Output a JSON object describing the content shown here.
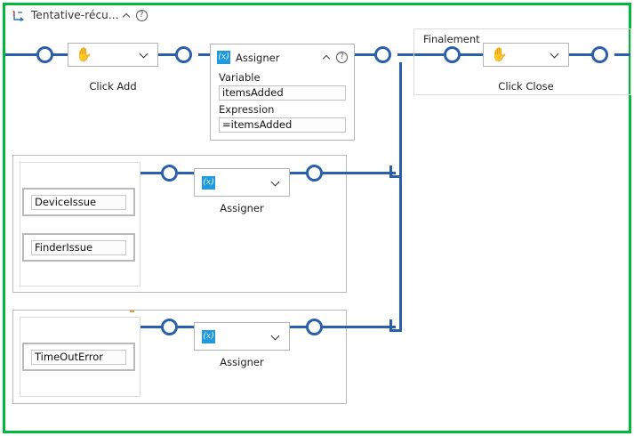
{
  "window": {
    "title": "Tentative-récu...",
    "title_icon": "try-catch-icon",
    "collapse_icon": "chevron-up-icon",
    "help_icon": "help-circle-icon",
    "selection_color": "#00b93c"
  },
  "palette": {
    "wire": "#2a5faa",
    "accent_blue": "#1e9bdf",
    "hand_blue": "#2196f3",
    "border_gray": "#b4b4b4"
  },
  "try_branch": {
    "click_add": {
      "caption": "Click Add",
      "icon": "hand-icon",
      "dropdown_icon": "chevron-down-icon"
    },
    "assigner_panel": {
      "title": "Assigner",
      "icon": "variable-vx-icon",
      "collapse_icon": "chevron-up-icon",
      "help_icon": "help-circle-icon",
      "fields": [
        {
          "label": "Variable",
          "value": "itemsAdded"
        },
        {
          "label": "Expression",
          "value": "=itemsAdded"
        }
      ]
    }
  },
  "finally_branch": {
    "label": "Finalement",
    "click_close": {
      "caption": "Click Close",
      "icon": "hand-icon",
      "dropdown_icon": "chevron-down-icon"
    }
  },
  "catch_branches": [
    {
      "name": "catch-block-1",
      "exceptions": [
        "DeviceIssue",
        "FinderIssue"
      ],
      "handler": {
        "caption": "Assigner",
        "icon": "variable-vx-icon",
        "dropdown_icon": "chevron-down-icon"
      }
    },
    {
      "name": "catch-block-2",
      "exceptions": [
        "TimeOutError"
      ],
      "handler": {
        "caption": "Assigner",
        "icon": "variable-vx-icon",
        "dropdown_icon": "chevron-down-icon"
      }
    }
  ]
}
